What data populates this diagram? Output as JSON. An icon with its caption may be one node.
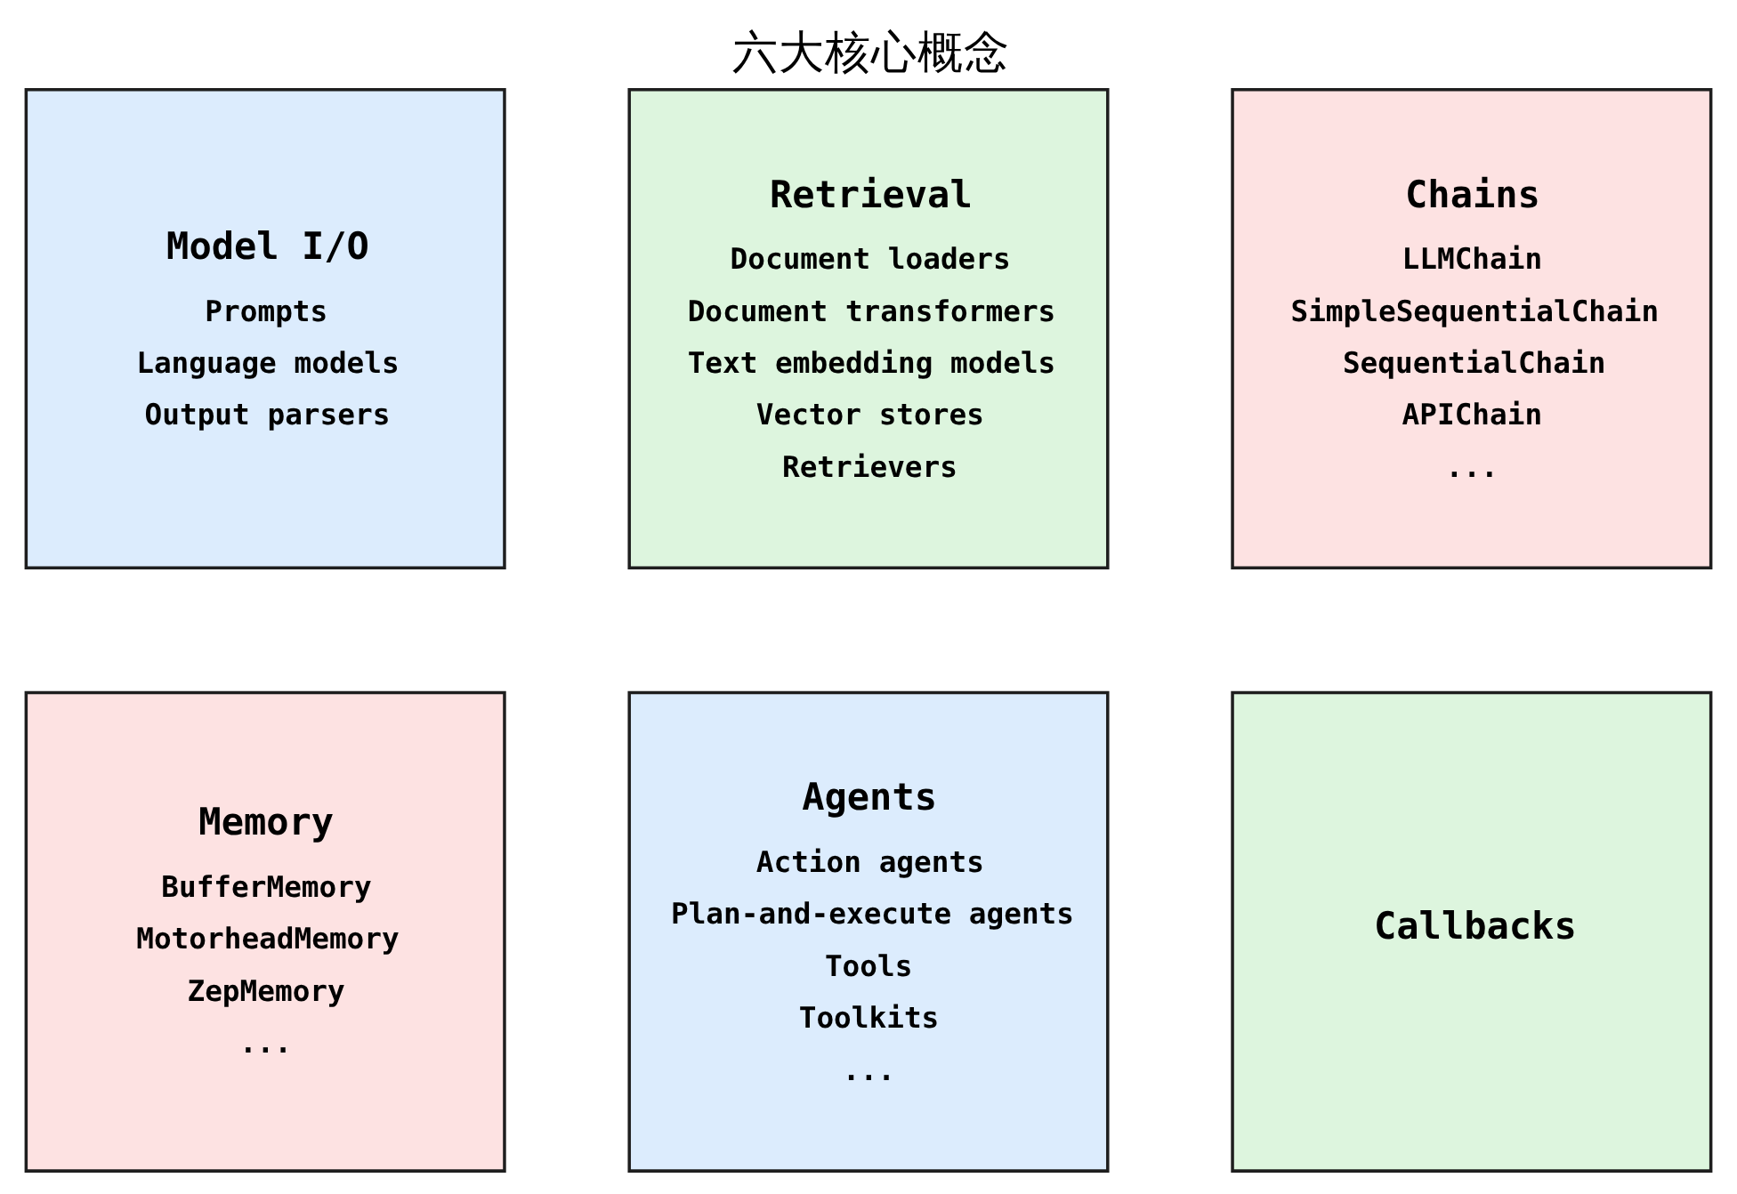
{
  "diagram": {
    "title": "六大核心概念",
    "nodes": [
      {
        "text": [
          "Model I/O",
          "Prompts",
          "Language models",
          "Output parsers"
        ]
      },
      {
        "text": [
          "Retrieval",
          "Document loaders",
          "Document transformers",
          "Text embedding models",
          "Vector stores",
          "Retrievers"
        ]
      },
      {
        "text": [
          "Chains",
          "LLMChain",
          "SimpleSequentialChain",
          "SequentialChain",
          "APIChain",
          "..."
        ]
      },
      {
        "text": [
          "Memory",
          "BufferMemory",
          "MotorheadMemory",
          "ZepMemory",
          "..."
        ]
      },
      {
        "text": [
          "Agents",
          "Action agents",
          "Plan-and-execute agents",
          "Tools",
          "Toolkits",
          "..."
        ]
      },
      {
        "text": [
          "Callbacks"
        ]
      }
    ]
  }
}
